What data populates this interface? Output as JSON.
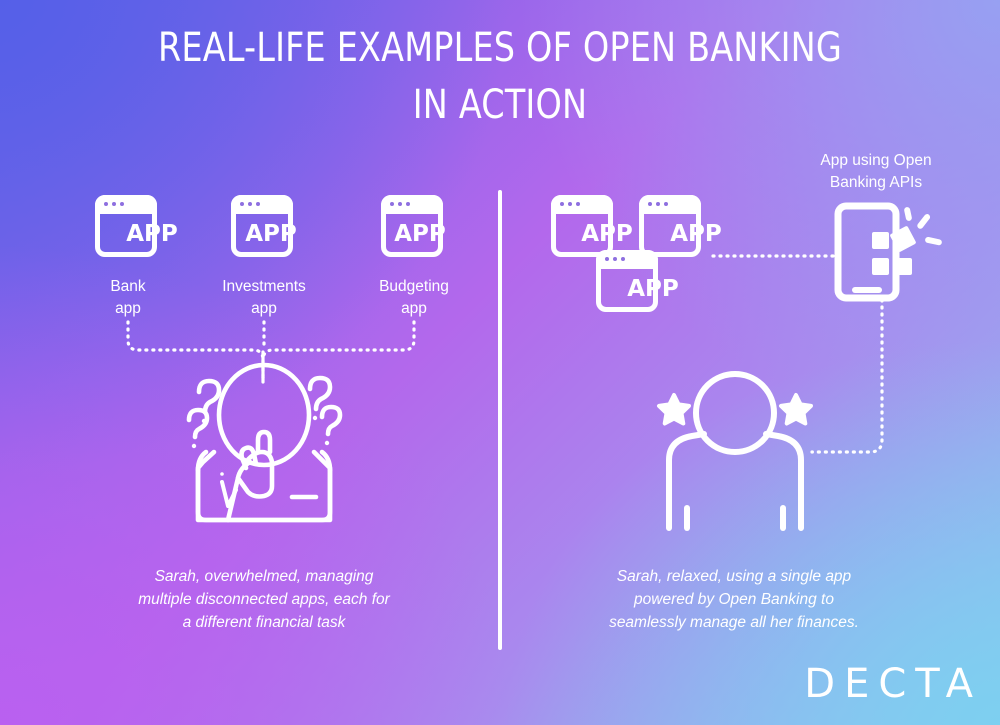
{
  "theme": {
    "bg_top_left": "#5560E8",
    "bg_top_right": "#96A2F2",
    "bg_bottom_left": "#B360F0",
    "bg_bottom_right": "#7CD0F0",
    "foreground": "#FFFFFF"
  },
  "header": {
    "title": "REAL-LIFE EXAMPLES OF OPEN BANKING\nIN ACTION"
  },
  "left_panel": {
    "apps": [
      {
        "icon_text": "APP",
        "label": "Bank\napp"
      },
      {
        "icon_text": "APP",
        "label": "Investments\napp"
      },
      {
        "icon_text": "APP",
        "label": "Budgeting\napp"
      }
    ],
    "person_icon": "confused-person-icon",
    "caption": "Sarah, overwhelmed, managing\nmultiple disconnected apps, each for\na different financial task"
  },
  "right_panel": {
    "apps": [
      {
        "icon_text": "APP"
      },
      {
        "icon_text": "APP"
      },
      {
        "icon_text": "APP"
      }
    ],
    "api_label": "App using Open\nBanking APIs",
    "phone_icon": "smartphone-apps-icon",
    "person_icon": "relaxed-person-icon",
    "caption": "Sarah, relaxed, using a single app\npowered by Open Banking to\nseamlessly manage all her finances."
  },
  "footer": {
    "logo": "DECTA"
  }
}
